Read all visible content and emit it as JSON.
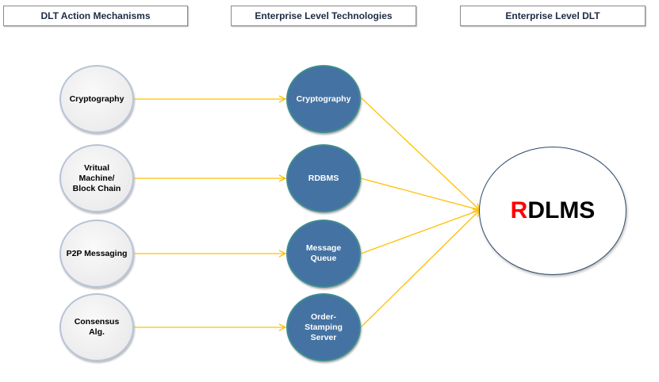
{
  "headers": [
    "DLT Action Mechanisms",
    "Enterprise Level Technologies",
    "Enterprise Level DLT"
  ],
  "mechanisms": [
    "Cryptography",
    "Vritual\nMachine/\nBlock Chain",
    "P2P Messaging",
    "Consensus\nAlg."
  ],
  "technologies": [
    "Cryptography",
    "RDBMS",
    "Message\nQueue",
    "Order-\nStamping\nServer"
  ],
  "target": {
    "first_letter": "R",
    "rest": "DLMS"
  },
  "colors": {
    "arrow": "#ffc000",
    "tech_fill": "#4472a2",
    "accent_letter": "#ff0000"
  }
}
